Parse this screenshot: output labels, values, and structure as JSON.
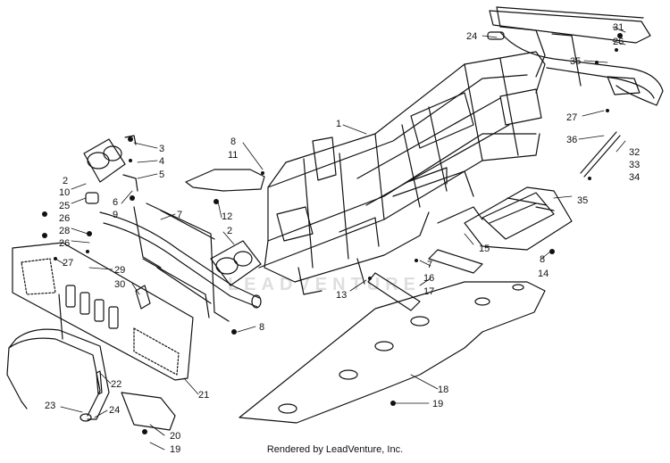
{
  "diagram": {
    "footer": "Rendered by LeadVenture, Inc.",
    "watermark": "LEADVENTURE",
    "labels": [
      {
        "id": "l31a",
        "text": "31"
      },
      {
        "id": "l26a",
        "text": "26"
      },
      {
        "id": "l24a",
        "text": "24"
      },
      {
        "id": "l35a",
        "text": "35"
      },
      {
        "id": "l1",
        "text": "1"
      },
      {
        "id": "l27a",
        "text": "27"
      },
      {
        "id": "l3",
        "text": "3"
      },
      {
        "id": "l4",
        "text": "4"
      },
      {
        "id": "l5",
        "text": "5"
      },
      {
        "id": "l8a",
        "text": "8"
      },
      {
        "id": "l11",
        "text": "11"
      },
      {
        "id": "l36",
        "text": "36"
      },
      {
        "id": "l32",
        "text": "32"
      },
      {
        "id": "l33",
        "text": "33"
      },
      {
        "id": "l34",
        "text": "34"
      },
      {
        "id": "l2a",
        "text": "2"
      },
      {
        "id": "l10",
        "text": "10"
      },
      {
        "id": "l25",
        "text": "25"
      },
      {
        "id": "l26b",
        "text": "26"
      },
      {
        "id": "l6",
        "text": "6"
      },
      {
        "id": "l9",
        "text": "9"
      },
      {
        "id": "l7a",
        "text": "7"
      },
      {
        "id": "l12",
        "text": "12"
      },
      {
        "id": "l35b",
        "text": "35"
      },
      {
        "id": "l2b",
        "text": "2"
      },
      {
        "id": "l28",
        "text": "28"
      },
      {
        "id": "l26c",
        "text": "26"
      },
      {
        "id": "l27b",
        "text": "27"
      },
      {
        "id": "l15",
        "text": "15"
      },
      {
        "id": "l29",
        "text": "29"
      },
      {
        "id": "l30",
        "text": "30"
      },
      {
        "id": "l8b",
        "text": "8"
      },
      {
        "id": "l14",
        "text": "14"
      },
      {
        "id": "l7b",
        "text": "7"
      },
      {
        "id": "l16",
        "text": "16"
      },
      {
        "id": "l17",
        "text": "17"
      },
      {
        "id": "l13",
        "text": "13"
      },
      {
        "id": "l8c",
        "text": "8"
      },
      {
        "id": "l22",
        "text": "22"
      },
      {
        "id": "l21",
        "text": "21"
      },
      {
        "id": "l18",
        "text": "18"
      },
      {
        "id": "l23",
        "text": "23"
      },
      {
        "id": "l24b",
        "text": "24"
      },
      {
        "id": "l19a",
        "text": "19"
      },
      {
        "id": "l20",
        "text": "20"
      },
      {
        "id": "l19b",
        "text": "19"
      }
    ]
  }
}
